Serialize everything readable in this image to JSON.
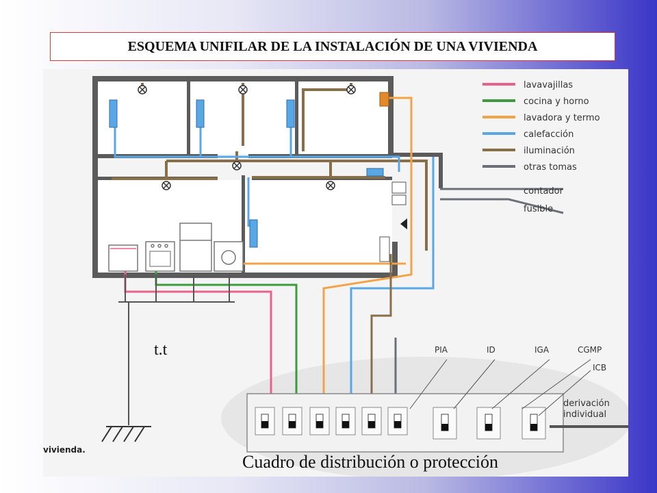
{
  "title": "ESQUEMA UNIFILAR DE LA INSTALACIÓN DE UNA VIVIENDA",
  "legend": [
    {
      "label": "lavavajillas",
      "color": "#e8628a"
    },
    {
      "label": "cocina y horno",
      "color": "#3e9a3e"
    },
    {
      "label": "lavadora y termo",
      "color": "#f2a347"
    },
    {
      "label": "calefacción",
      "color": "#5aa7e6"
    },
    {
      "label": "iluminación",
      "color": "#8a6e48"
    },
    {
      "label": "otras tomas",
      "color": "#6a6f78"
    }
  ],
  "meter_labels": {
    "contador": "contador",
    "fusible": "fusible"
  },
  "panel_labels": {
    "pia": "PIA",
    "id": "ID",
    "iga": "IGA",
    "cgmp": "CGMP",
    "icb": "ICB",
    "derivacion": "derivación",
    "individual": "individual"
  },
  "earth_label": "t.t",
  "cropped_text": "vivienda.",
  "caption": "Cuadro de distribución o protección"
}
